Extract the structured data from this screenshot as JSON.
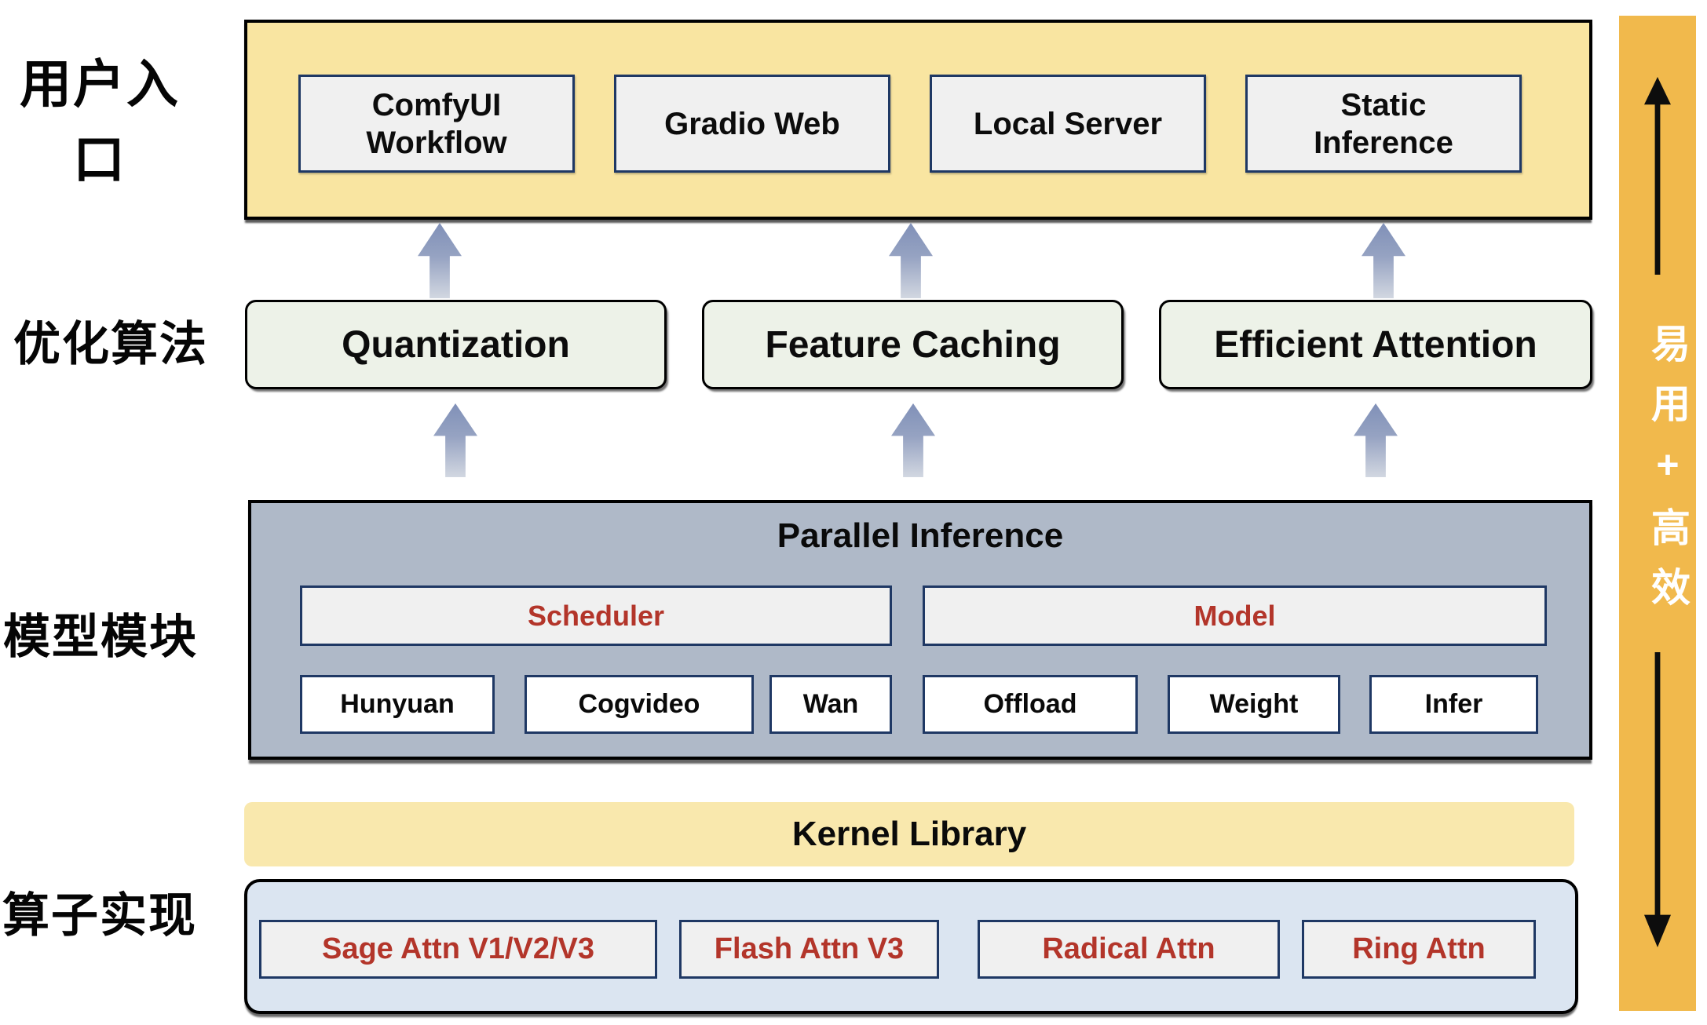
{
  "layer_labels": {
    "user_entry": "用户入口",
    "optimization": "优化算法",
    "model_modules": "模型模块",
    "operator_impl": "算子实现"
  },
  "user_entry_panel": {
    "items": [
      "ComfyUI\nWorkflow",
      "Gradio Web",
      "Local Server",
      "Static\nInference"
    ]
  },
  "optimization_row": [
    "Quantization",
    "Feature Caching",
    "Efficient Attention"
  ],
  "parallel_panel": {
    "title": "Parallel Inference",
    "scheduler_label": "Scheduler",
    "model_label": "Model",
    "scheduler_items": [
      "Hunyuan",
      "Cogvideo",
      "Wan"
    ],
    "model_items": [
      "Offload",
      "Weight",
      "Infer"
    ]
  },
  "kernel_bar": {
    "title": "Kernel Library"
  },
  "operator_panel": {
    "items": [
      "Sage Attn V1/V2/V3",
      "Flash Attn V3",
      "Radical Attn",
      "Ring Attn"
    ]
  },
  "side_bar": {
    "text": "易用+高效"
  },
  "colors": {
    "entry_panel": "#F9E5A1",
    "inner_box_fill": "#F0F0F0",
    "inner_box_border": "#1F3864",
    "optimization_box": "#EDF2E8",
    "parallel_panel": "#AFB9C8",
    "kernel_bar": "#F9E8AD",
    "operator_panel": "#DBE5F1",
    "side_bar": "#F1B94C",
    "red_text": "#B3352A",
    "arrow_gradient_top": "#8090B8",
    "arrow_gradient_bottom": "#D2D7E1"
  }
}
